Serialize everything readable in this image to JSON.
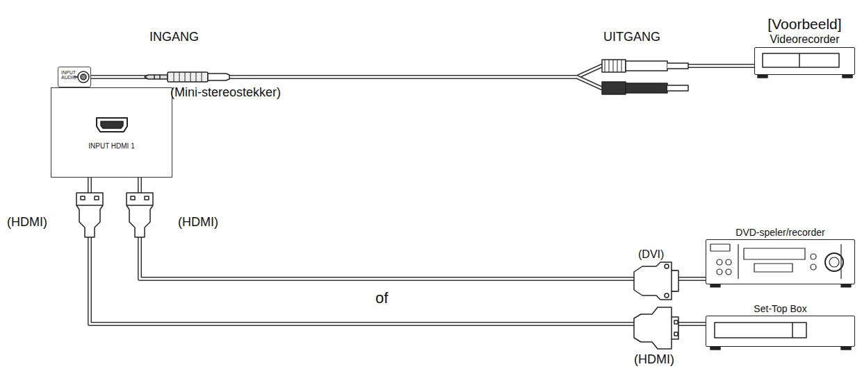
{
  "diagram": {
    "nodes": [
      {
        "text": [
          "INPUT AUDIO"
        ]
      },
      {
        "text": [
          "INPUT HDMI 1"
        ]
      },
      {
        "text": [
          "[Voorbeeld]",
          "Videorecorder"
        ]
      },
      {
        "text": [
          "DVD-speler/recorder"
        ]
      },
      {
        "text": [
          "Set-Top Box"
        ]
      }
    ],
    "edges": [
      {
        "from": 0,
        "to": 2,
        "arrow": "none"
      },
      {
        "from": 1,
        "to": 3,
        "arrow": "none"
      },
      {
        "from": 1,
        "to": 4,
        "arrow": "none"
      }
    ],
    "labels": [
      "INGANG",
      "UITGANG",
      "(Mini-stereostekker)",
      "(HDMI)",
      "(HDMI)",
      "(DVI)",
      "of",
      "(HDMI)"
    ]
  }
}
